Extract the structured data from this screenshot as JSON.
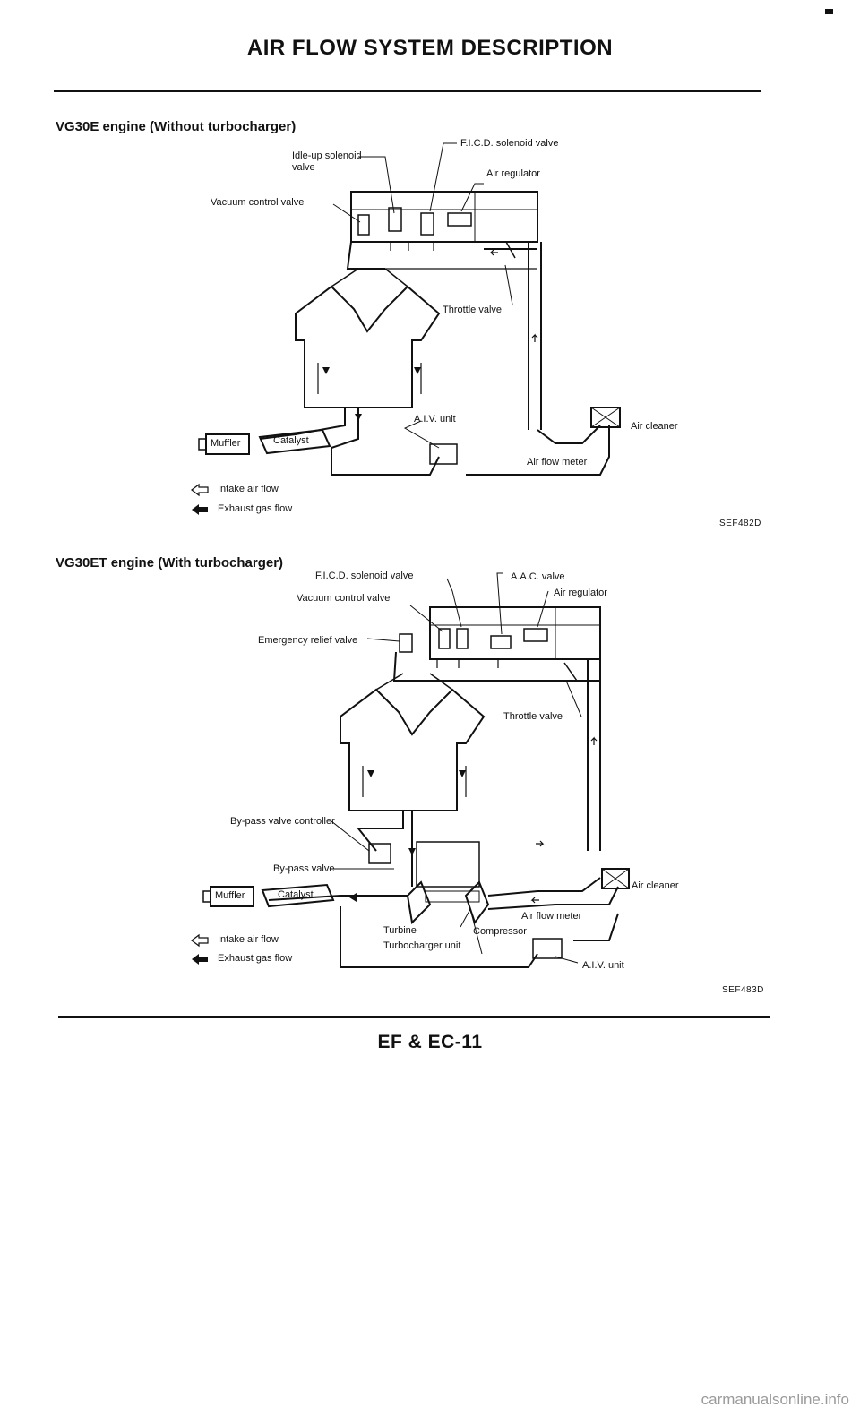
{
  "page": {
    "title": "AIR FLOW SYSTEM DESCRIPTION",
    "footer": "EF & EC-11",
    "watermark": "carmanualsonline.info"
  },
  "diagram_vg30e": {
    "heading": "VG30E engine (Without turbocharger)",
    "code": "SEF482D",
    "labels": {
      "idle_up_solenoid_1": "Idle-up solenoid",
      "idle_up_solenoid_2": "valve",
      "fic_solenoid": "F.I.C.D. solenoid valve",
      "air_regulator": "Air regulator",
      "vacuum_control": "Vacuum control valve",
      "throttle_valve": "Throttle valve",
      "aiv_unit": "A.I.V. unit",
      "air_cleaner": "Air cleaner",
      "air_flow_meter": "Air flow meter",
      "muffler": "Muffler",
      "catalyst": "Catalyst"
    },
    "legend": {
      "intake": "Intake air flow",
      "exhaust": "Exhaust gas flow"
    }
  },
  "diagram_vg30et": {
    "heading": "VG30ET engine (With turbocharger)",
    "code": "SEF483D",
    "labels": {
      "fic_solenoid": "F.I.C.D. solenoid valve",
      "aac_valve": "A.A.C. valve",
      "air_regulator": "Air regulator",
      "vacuum_control": "Vacuum control valve",
      "emergency_relief": "Emergency relief valve",
      "throttle_valve": "Throttle valve",
      "bypass_controller": "By-pass valve controller",
      "bypass_valve": "By-pass valve",
      "air_cleaner": "Air cleaner",
      "air_flow_meter": "Air flow meter",
      "turbine": "Turbine",
      "compressor": "Compressor",
      "turbo_unit": "Turbocharger unit",
      "aiv_unit": "A.I.V. unit",
      "muffler": "Muffler",
      "catalyst": "Catalyst"
    },
    "legend": {
      "intake": "Intake air flow",
      "exhaust": "Exhaust gas flow"
    }
  }
}
